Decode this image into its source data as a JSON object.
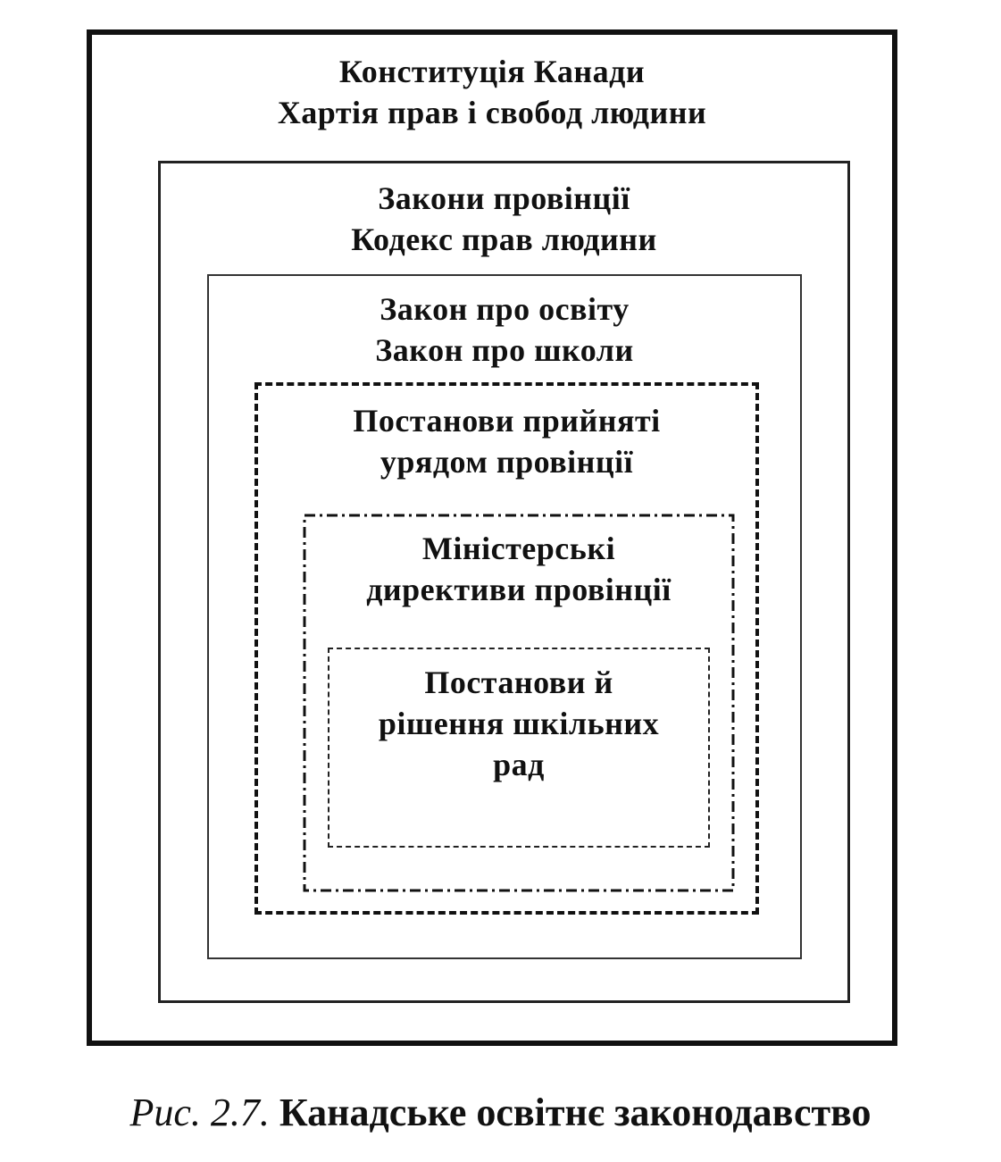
{
  "figure": {
    "levels": [
      {
        "lines": [
          "Конституція Канади",
          "Хартія прав і свобод людини"
        ],
        "border": "solid-thick"
      },
      {
        "lines": [
          "Закони провінції",
          "Кодекс прав людини"
        ],
        "border": "solid"
      },
      {
        "lines": [
          "Закон про освіту",
          "Закон про школи"
        ],
        "border": "solid-thin"
      },
      {
        "lines": [
          "Постанови прийняті",
          "урядом провінції"
        ],
        "border": "dashed"
      },
      {
        "lines": [
          "Міністерські",
          "директиви провінції"
        ],
        "border": "dash-dot"
      },
      {
        "lines": [
          "Постанови й",
          "рішення шкільних",
          "рад"
        ],
        "border": "dashed-fine"
      }
    ],
    "caption": {
      "number": "Рис. 2.7.",
      "title": "Канадське освітнє законодавство"
    }
  },
  "colors": {
    "ink": "#111111",
    "background": "#ffffff"
  }
}
